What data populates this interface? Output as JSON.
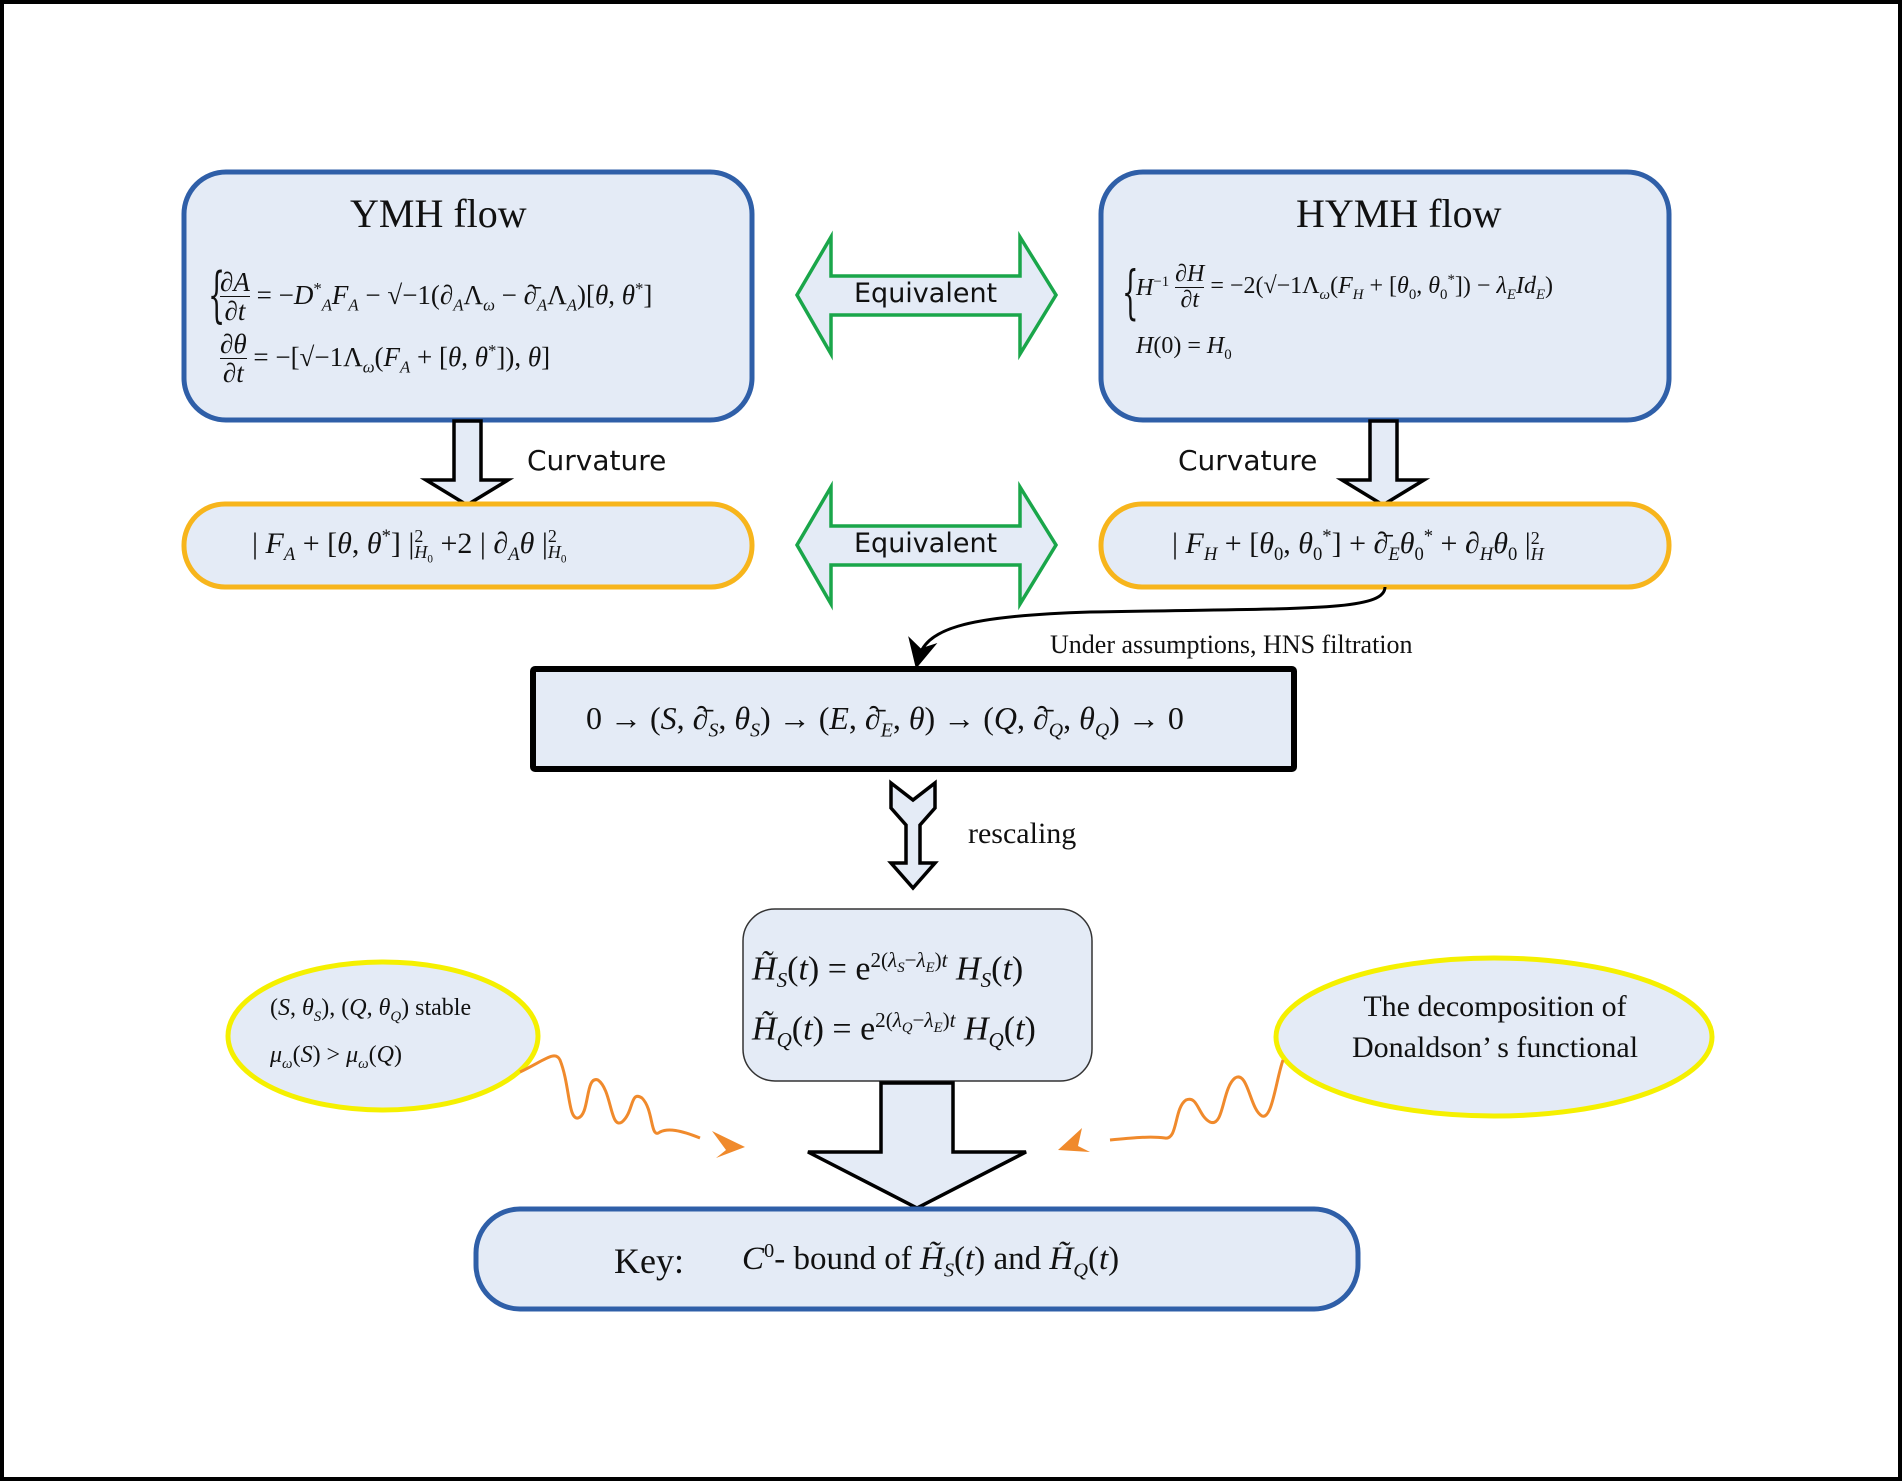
{
  "colors": {
    "box_fill": "#e4ebf6",
    "blue_border": "#2f5fa8",
    "orange_border": "#f7b51c",
    "green_arrow": "#1aa64a",
    "yellow_ellipse": "#f5f000",
    "orange_squiggle": "#f08a2c",
    "black": "#000000"
  },
  "ymh": {
    "title": "YMH flow",
    "eq1": "∂A/∂t = −D*_A F_A − √−1(∂_A Λ_ω − ∂̄_A Λ_A)[θ, θ*]",
    "eq2": "∂θ/∂t = −[√−1 Λ_ω(F_A + [θ, θ*]), θ]"
  },
  "hymh": {
    "title": "HYMH flow",
    "eq1": "H⁻¹ ∂H/∂t = −2(√−1 Λ_ω(F_H + [θ₀, θ₀*]) − λ_E Id_E)",
    "eq2": "H(0) = H₀"
  },
  "equivalent_top": "Equivalent",
  "equivalent_mid": "Equivalent",
  "curvature_left": "Curvature",
  "curvature_right": "Curvature",
  "left_curvature_expr": "|F_A + [θ, θ*]|²_{H₀} + 2|∂_A θ|²_{H₀}",
  "right_curvature_expr": "|F_H + [θ₀, θ₀*] + ∂̄_E θ₀* + ∂_H θ₀|²_H",
  "hns_label": "Under assumptions, HNS filtration",
  "sequence": "0 → (S, ∂̄_S, θ_S) → (E, ∂̄_E, θ) → (Q, ∂̄_Q, θ_Q) → 0",
  "rescaling_label": "rescaling",
  "rescale": {
    "eq1": "H̃_S(t) = e^{2(λ_S − λ_E)t} H_S(t)",
    "eq2": "H̃_Q(t) = e^{2(λ_Q − λ_E)t} H_Q(t)"
  },
  "left_ellipse": {
    "line1_suffix": "stable",
    "line1": "(S, θ_S), (Q, θ_Q) stable",
    "line2": "μ_ω(S) > μ_ω(Q)"
  },
  "right_ellipse": {
    "line1": "The decomposition of",
    "line2": "Donaldson’ s functional"
  },
  "key": {
    "label": "Key:",
    "text": "C⁰- bound of H̃_S(t) and H̃_Q(t)",
    "bound_word": "- bound of",
    "and_word": "and"
  }
}
